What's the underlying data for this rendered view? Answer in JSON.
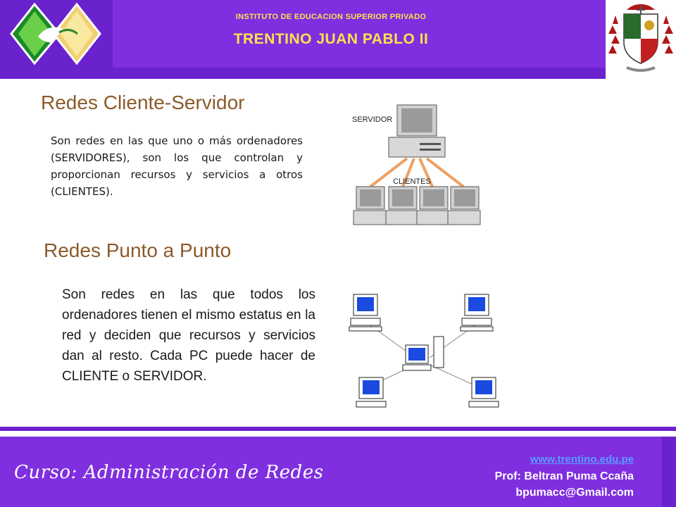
{
  "header": {
    "institute_line": "INSTITUTO DE EDUCACION SUPERIOR PRIVADO",
    "institute_name": "TRENTINO JUAN PABLO II"
  },
  "section1": {
    "title": "Redes Cliente-Servidor",
    "body": " Son redes en las que uno o más ordenadores (SERVIDORES), son los que controlan y proporcionan recursos y servicios a otros (CLIENTES).",
    "figure": {
      "server_label": "SERVIDOR",
      "clients_label": "CLIENTES"
    }
  },
  "section2": {
    "title": "Redes Punto a Punto",
    "body": "Son redes en las que todos los ordenadores tienen el mismo estatus en la red y deciden que recursos y servicios dan al resto. Cada PC puede hacer de CLIENTE o SERVIDOR."
  },
  "footer": {
    "course": "Curso: Administración de Redes",
    "url": "www.trentino.edu.pe",
    "professor": "Prof: Beltran Puma Ccaña",
    "email": "bpumacc@Gmail.com"
  },
  "colors": {
    "header_purple": "#7f2fe0",
    "title_brown": "#8b5a2b",
    "header_yellow": "#ffe14a",
    "link_blue": "#5b9cff"
  }
}
